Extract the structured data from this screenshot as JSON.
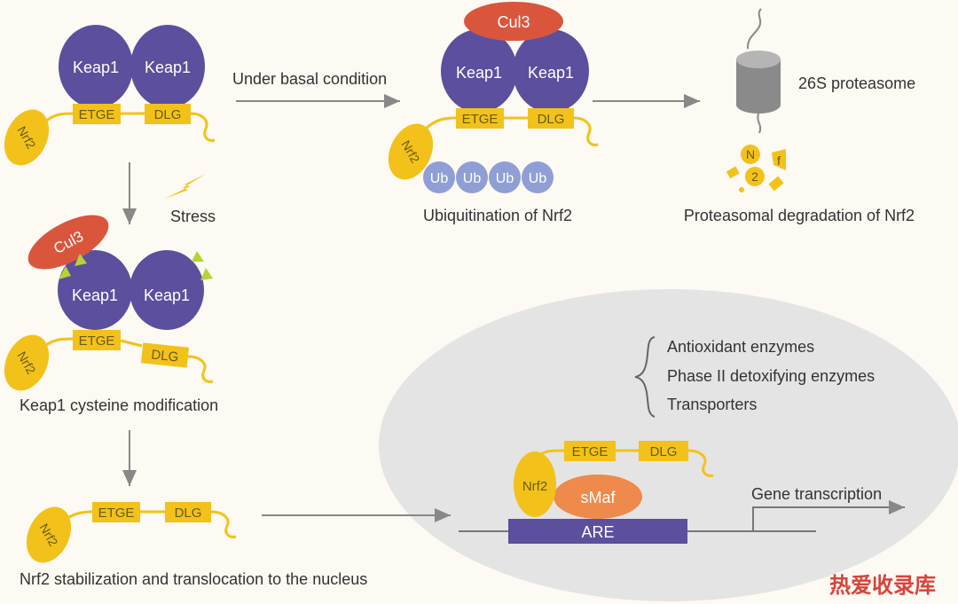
{
  "labels": {
    "keap1": "Keap1",
    "cul3": "Cul3",
    "nrf2": "Nrf2",
    "etge": "ETGE",
    "dlg": "DLG",
    "ub": "Ub",
    "smaf": "sMaf",
    "are": "ARE",
    "proteasome": "26S proteasome",
    "fragment_n": "N",
    "fragment_f": "f",
    "fragment_2": "2"
  },
  "captions": {
    "basal": "Under basal condition",
    "ubiquitination": "Ubiquitination of Nrf2",
    "degradation": "Proteasomal degradation of Nrf2",
    "stress": "Stress",
    "modification": "Keap1 cysteine modification",
    "stabilization": "Nrf2 stabilization and translocation to the nucleus",
    "transcription": "Gene transcription"
  },
  "targets": [
    "Antioxidant enzymes",
    "Phase II detoxifying enzymes",
    "Transporters"
  ],
  "watermark": "热爱收录库",
  "colors": {
    "keap1": "#5b4f9e",
    "cul3": "#d9563c",
    "nrf2": "#f2c21a",
    "domain": "#f2c21a",
    "ub": "#8f9fd6",
    "smaf": "#ee8a4b",
    "are": "#5b4f9e",
    "proteasome": "#8a8a8a",
    "nucleus": "#e4e4e4",
    "arrow": "#888888",
    "cysteine_mark": "#b5d334",
    "text": "#333333",
    "watermark": "#d6443a"
  }
}
